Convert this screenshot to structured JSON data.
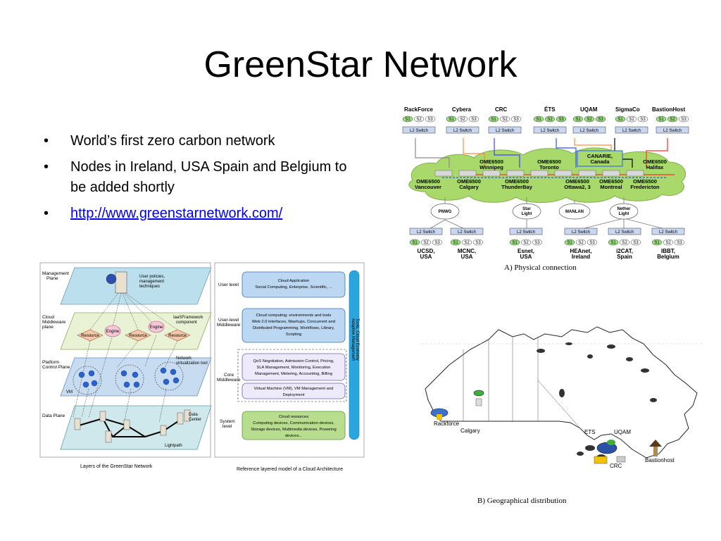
{
  "title": "GreenStar Network",
  "bullets": [
    "World’s first zero carbon network",
    "Nodes in Ireland, USA Spain and Belgium to be added shortly",
    "http://www.greenstarnetwork.com/"
  ],
  "bullet_glyph": "•",
  "physical": {
    "top_sites": [
      "RackForce",
      "Cybera",
      "CRC",
      "ÉTS",
      "UQAM",
      "SigmaCo",
      "BastionHost"
    ],
    "server_labels": [
      "S1",
      "S2",
      "S3"
    ],
    "switch_label": "L2 Switch",
    "ome_upper": [
      "OME6500",
      "Winnipeg",
      "OME6500",
      "Toronto",
      "CANARIE,",
      "Canada",
      "OME6500",
      "Halifax"
    ],
    "ome_lower": [
      "OME6500",
      "Vancouver",
      "OME6500",
      "Calgary",
      "OME6500",
      "ThunderBay",
      "OME6500",
      "Ottawa2, 3",
      "OME6500",
      "Montreal",
      "OME6500",
      "Fredericton"
    ],
    "exchanges": [
      "PNWG",
      "Star",
      "Light",
      "MANLAN",
      "Nether",
      "Light"
    ],
    "bottom_sites": [
      "UCSD,",
      "USA",
      "MCNC,",
      "USA",
      "Esnet,",
      "USA",
      "HEAnet,",
      "Ireland",
      "i2CAT,",
      "Spain",
      "IBBT,",
      "Belgium"
    ],
    "caption": "A) Physical connection"
  },
  "layers": {
    "planes": [
      "Management",
      "Plane",
      "Cloud",
      "Middleware",
      "plane",
      "Platform",
      "Control Plane",
      "Data Plane"
    ],
    "mgmt_note": [
      "User policies,",
      "management",
      "techniques"
    ],
    "iaas_note": [
      "IaaSFramework",
      "component"
    ],
    "resource": "Resource",
    "engine": "Engine",
    "vt_note": [
      "Network",
      "virtualization tool"
    ],
    "vm": "VM",
    "dc_note": [
      "Data",
      "Center"
    ],
    "lightpath": "Lightpath",
    "caption": "Layers of the GreenStar Network"
  },
  "cloud_ref": {
    "levels": [
      "User level",
      "User-level",
      "Middleware",
      "Core",
      "Middleware",
      "System",
      "level"
    ],
    "box1": [
      "Cloud Application",
      "Social Computing, Enterprise, Scientific, ..."
    ],
    "box2": [
      "Cloud computing: environments and tools",
      "Web 2.0 interfaces, Mashups, Concurrent and",
      "Distributed Programming, Workflows, Library,",
      "Scripting"
    ],
    "box3": [
      "QoS Negotiation, Admission Control, Pricing,",
      "SLA Management, Monitoring, Execution",
      "Management, Metering, Accounting, Billing"
    ],
    "box4": [
      "Virtual Machine (VM), VM Management and",
      "Deployment"
    ],
    "box5": [
      "Cloud resources",
      "Computing devices, Communication devices,",
      "Storage devices, Multimedia devices, Powering",
      "devices..."
    ],
    "side_bar": [
      "Adaptive Management",
      "Tools, Cloud Economy"
    ],
    "caption": "Reference layered model of a Cloud Architecture"
  },
  "geo": {
    "labels": [
      "Rackforce",
      "Calgary",
      "ETS",
      "UQAM",
      "CRC",
      "Bastionhost"
    ],
    "caption": "B) Geographical distribution"
  }
}
